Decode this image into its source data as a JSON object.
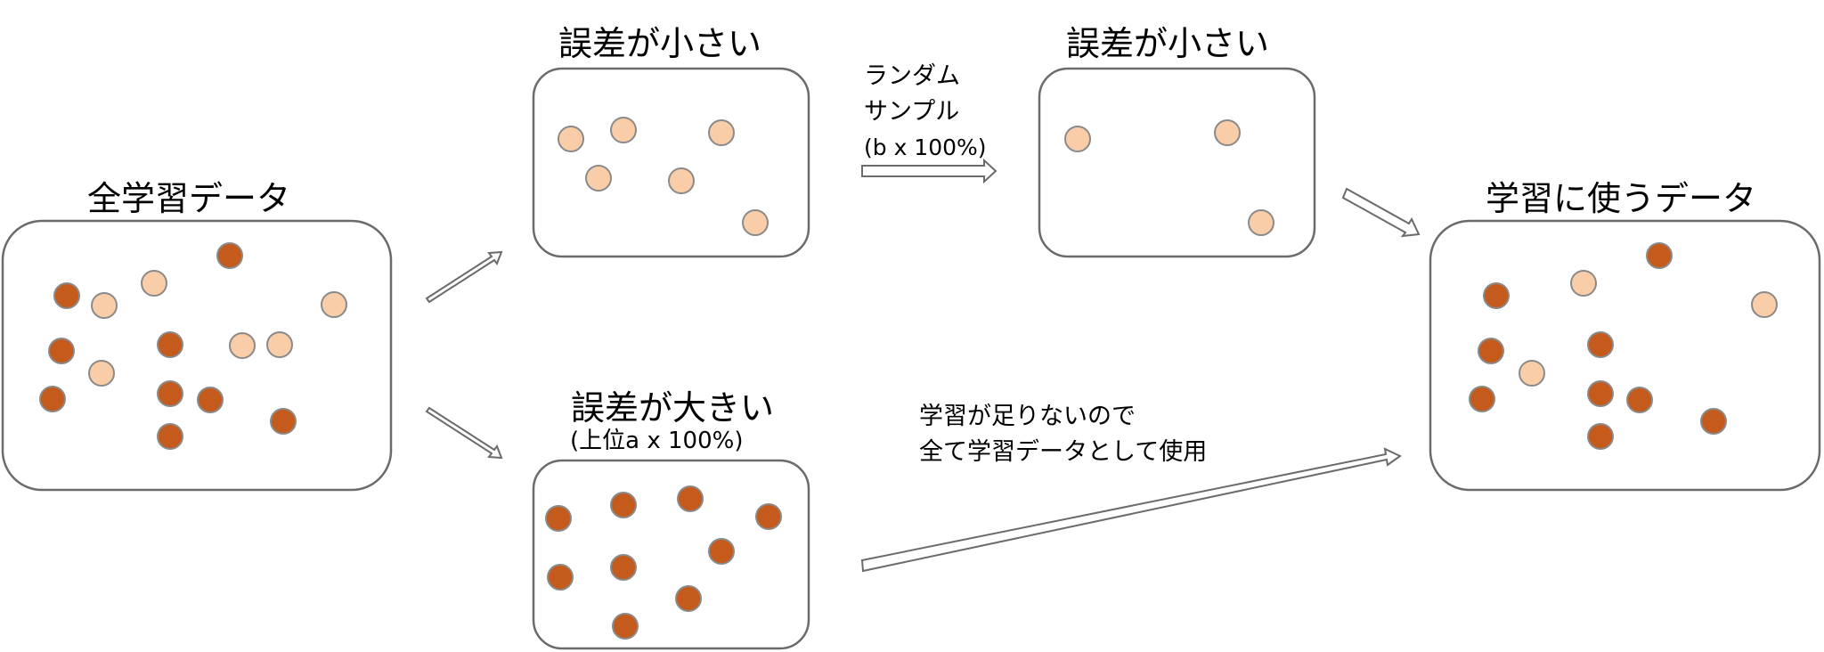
{
  "colors": {
    "low_error_dot": "#f9cda8",
    "high_error_dot": "#c45b1c",
    "dot_stroke": "#8a8a8a",
    "box_stroke": "#6b6b6b",
    "arrow_stroke": "#6b6b6b"
  },
  "panels": {
    "all_data": {
      "title": "全学習データ"
    },
    "low_error": {
      "title": "誤差が小さい"
    },
    "high_error": {
      "title": "誤差が大きい",
      "subtitle": "(上位a x 100%)"
    },
    "sampled": {
      "title": "誤差が小さい"
    },
    "train_data": {
      "title": "学習に使うデータ"
    }
  },
  "annotations": {
    "random_sample": {
      "line1": "ランダム",
      "line2": "サンプル",
      "line3": "(b x 100%)"
    },
    "use_all": {
      "line1": "学習が足りないので",
      "line2": "全て学習データとして使用"
    }
  }
}
